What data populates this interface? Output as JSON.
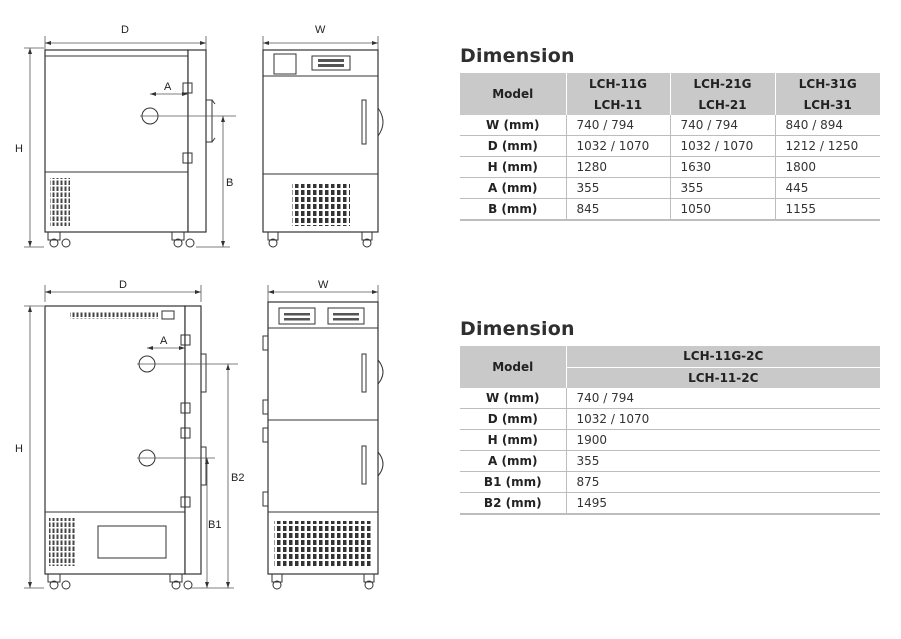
{
  "top_drawing": {
    "labels": {
      "d": "D",
      "w": "W",
      "h": "H",
      "a": "A",
      "b": "B"
    }
  },
  "bottom_drawing": {
    "labels": {
      "d": "D",
      "w": "W",
      "h": "H",
      "a": "A",
      "b1": "B1",
      "b2": "B2"
    }
  },
  "table1": {
    "title": "Dimension",
    "model_header": "Model",
    "columns": [
      {
        "line1": "LCH-11G",
        "line2": "LCH-11"
      },
      {
        "line1": "LCH-21G",
        "line2": "LCH-21"
      },
      {
        "line1": "LCH-31G",
        "line2": "LCH-31"
      }
    ],
    "rows": [
      {
        "label": "W (mm)",
        "values": [
          "740 / 794",
          "740 / 794",
          "840 / 894"
        ]
      },
      {
        "label": "D (mm)",
        "values": [
          "1032 / 1070",
          "1032 / 1070",
          "1212 / 1250"
        ]
      },
      {
        "label": "H (mm)",
        "values": [
          "1280",
          "1630",
          "1800"
        ]
      },
      {
        "label": "A (mm)",
        "values": [
          "355",
          "355",
          "445"
        ]
      },
      {
        "label": "B (mm)",
        "values": [
          "845",
          "1050",
          "1155"
        ]
      }
    ]
  },
  "table2": {
    "title": "Dimension",
    "model_header": "Model",
    "column_line1": "LCH-11G-2C",
    "column_line2": "LCH-11-2C",
    "rows": [
      {
        "label": "W (mm)",
        "value": "740 / 794"
      },
      {
        "label": "D (mm)",
        "value": "1032 / 1070"
      },
      {
        "label": "H (mm)",
        "value": "1900"
      },
      {
        "label": "A (mm)",
        "value": "355"
      },
      {
        "label": "B1 (mm)",
        "value": "875"
      },
      {
        "label": "B2 (mm)",
        "value": "1495"
      }
    ]
  },
  "colors": {
    "header_bg": "#c9c9c9",
    "rule": "#bdbdbd",
    "title": "#2f2f2f"
  }
}
